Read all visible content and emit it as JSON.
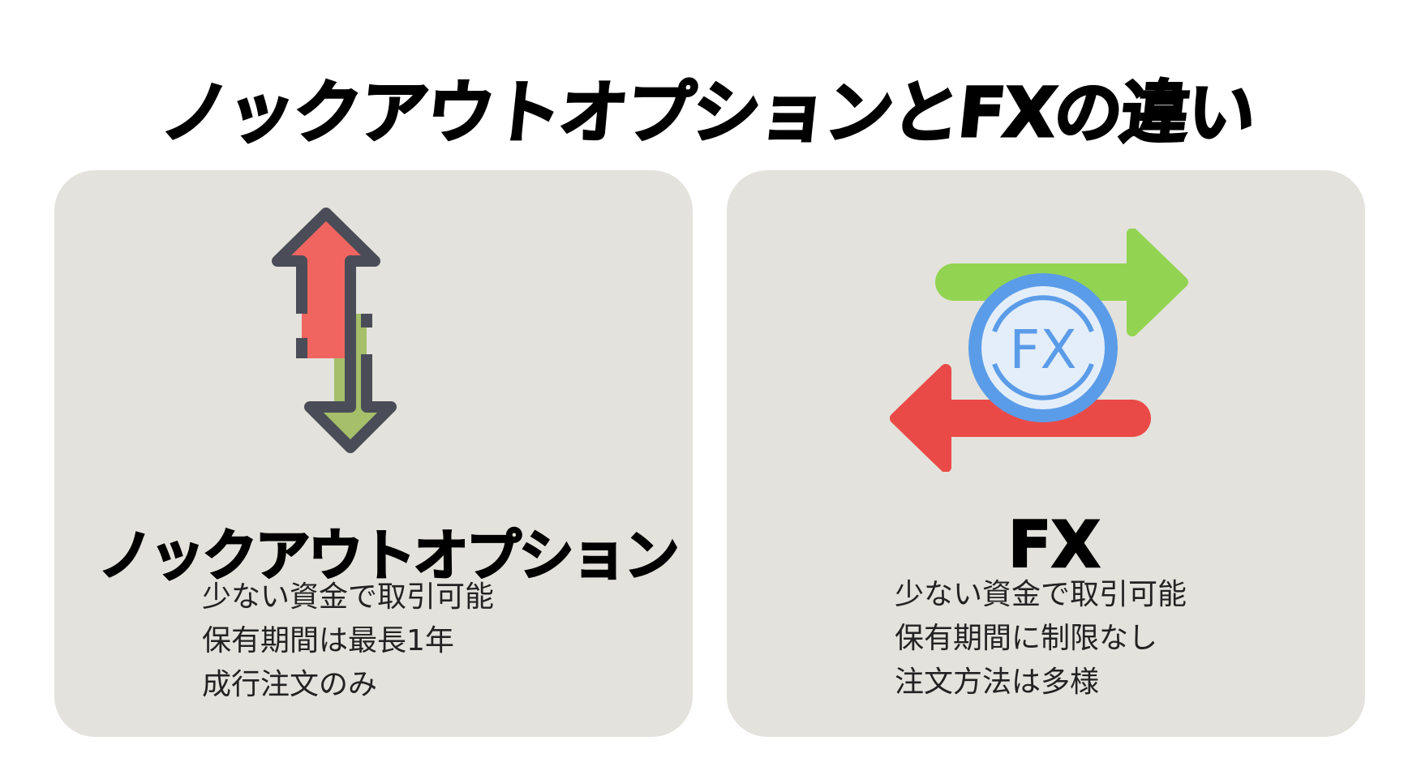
{
  "title": "ノックアウトオプションとFXの違い",
  "cards": [
    {
      "heading": "ノックアウトオプション",
      "icon": "up-down-arrows-icon",
      "features": [
        "少ない資金で取引可能",
        "保有期間は最長1年",
        "成行注文のみ"
      ]
    },
    {
      "heading": "FX",
      "icon": "fx-exchange-icon",
      "icon_label": "FX",
      "features": [
        "少ない資金で取引可能",
        "保有期間に制限なし",
        "注文方法は多様"
      ]
    }
  ],
  "colors": {
    "card_bg": "#e3e2dc",
    "arrow_red": "#f06560",
    "arrow_green": "#a5bf6a",
    "outline": "#4a4d57",
    "fx_green": "#92d451",
    "fx_red": "#ea4a47",
    "fx_blue": "#5b9ce8"
  }
}
